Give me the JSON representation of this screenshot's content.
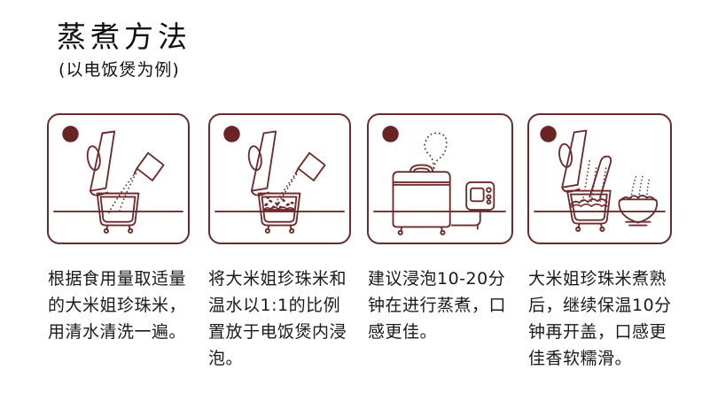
{
  "heading": {
    "title": "蒸煮方法",
    "subtitle": "(以电饭煲为例)"
  },
  "theme": {
    "line_color": "#6e2a2a",
    "dot_color": "#6b2424",
    "text_color": "#1a1a1a",
    "background": "#ffffff"
  },
  "steps": [
    {
      "index": "1",
      "icon_name": "rice-cooker-open-with-rice-bag-icon",
      "caption": "根据食用量取适量的大米姐珍珠米，用清水清洗一遍。"
    },
    {
      "index": "2",
      "icon_name": "rice-cooker-pouring-rice-into-water-icon",
      "caption": "将大米姐珍珠米和温水以1:1的比例置放于电饭煲内浸泡。"
    },
    {
      "index": "3",
      "icon_name": "rice-cooker-closed-steaming-with-outlet-icon",
      "caption": "建议浸泡10-20分钟在进行蒸煮，口感更佳。"
    },
    {
      "index": "4",
      "icon_name": "cooked-rice-with-paddle-and-bowl-icon",
      "caption": "大米姐珍珠米煮熟后，继续保温10分钟再开盖，口感更佳香软糯滑。"
    }
  ]
}
